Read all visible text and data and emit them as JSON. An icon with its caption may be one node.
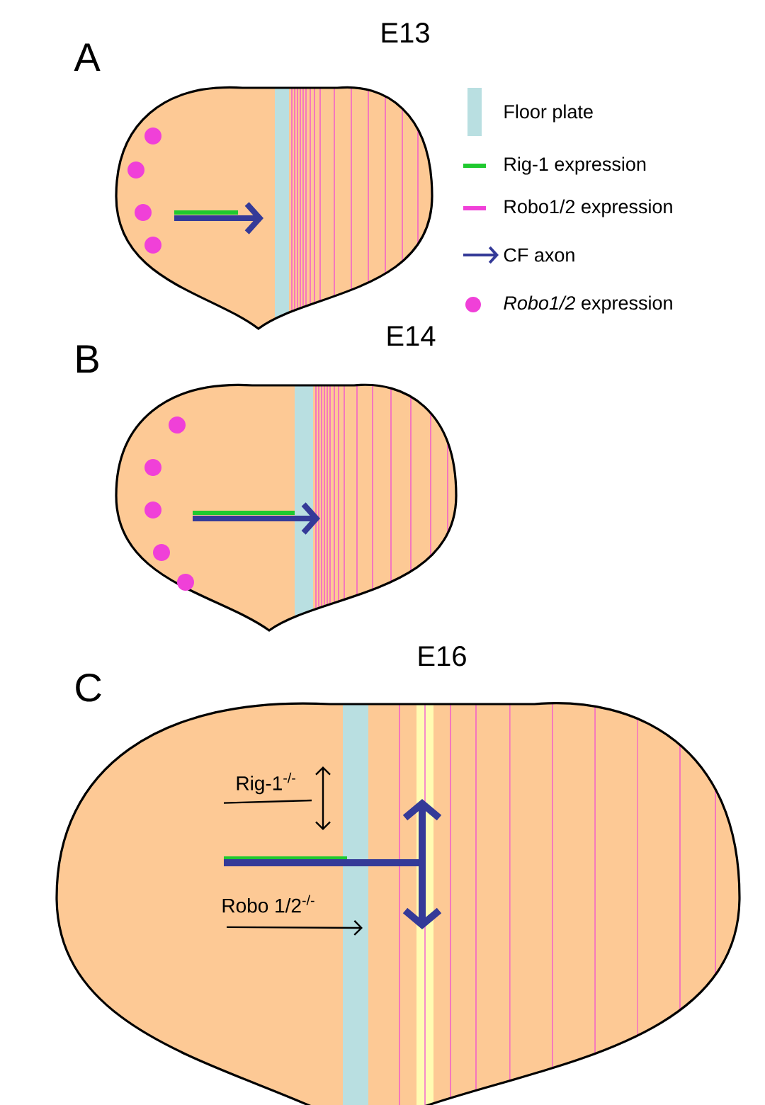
{
  "diagram": {
    "nodes": [
      {
        "text": [
          "Rig-1$^{-/-}$"
        ]
      },
      {
        "text": [
          "Robo 1/2$^{-/-}$"
        ]
      }
    ],
    "edges": [
      {
        "from": 0,
        "to": null,
        "arrow": "none"
      },
      {
        "from": 1,
        "to": null,
        "arrow": "to"
      }
    ],
    "labels": [
      "A",
      "E13",
      "B",
      "E14",
      "C",
      "E16"
    ],
    "legend": [
      {
        "text": "Floor plate",
        "color": "#b9dfe1"
      },
      {
        "text": "Rig-1 expression"
      },
      {
        "text": "Robo1/2 expression"
      },
      {
        "text": "CF axon"
      },
      {
        "text": "*Robo1/2* expression"
      }
    ]
  }
}
